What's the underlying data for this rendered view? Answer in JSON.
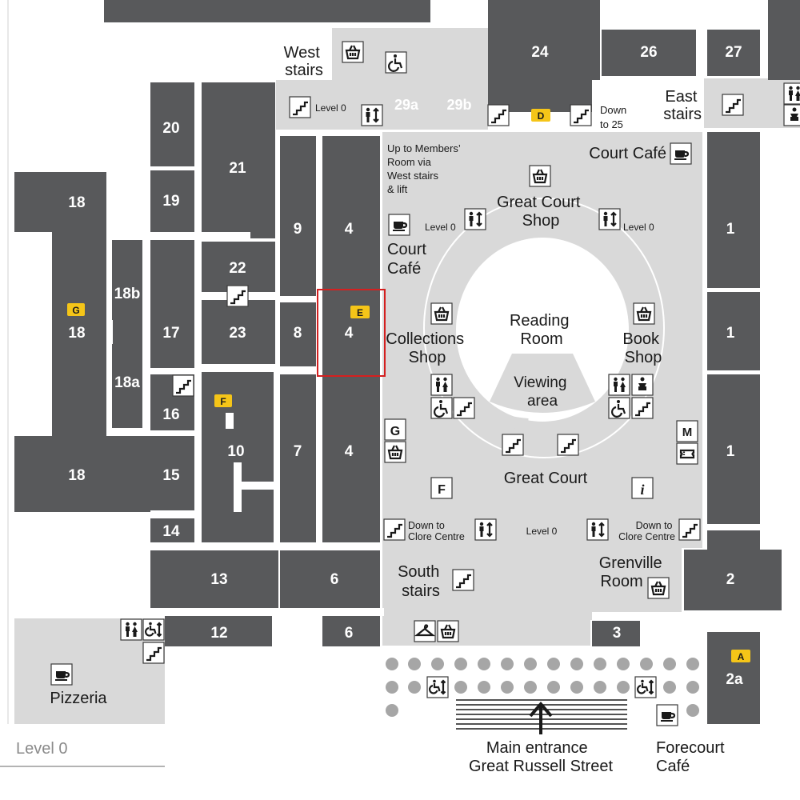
{
  "map_title": "Level 0",
  "colors": {
    "gallery": "#58595b",
    "public_area": "#d9d9d9",
    "background": "#ffffff",
    "marker": "#f5c518",
    "selection": "#d42020",
    "pillar": "#a6a6a6"
  },
  "galleries": {
    "g1a": "1",
    "g1b": "1",
    "g1c": "1",
    "g2": "2",
    "g2a": "2a",
    "g3": "3",
    "g4a": "4",
    "g4b": "4",
    "g4c": "4",
    "g6a": "6",
    "g6b": "6",
    "g7": "7",
    "g8": "8",
    "g9": "9",
    "g10": "10",
    "g12": "12",
    "g13": "13",
    "g14": "14",
    "g15": "15",
    "g16": "16",
    "g17": "17",
    "g18a": "18",
    "g18b": "18",
    "g18c": "18",
    "g18a_sub": "18a",
    "g18b_sub": "18b",
    "g19": "19",
    "g20": "20",
    "g21": "21",
    "g22": "22",
    "g23": "23",
    "g24": "24",
    "g26": "26",
    "g27": "27",
    "g29a": "29a",
    "g29b": "29b"
  },
  "markers": {
    "a": "A",
    "d": "D",
    "e": "E",
    "f": "F",
    "g": "G"
  },
  "labels": {
    "west_stairs": [
      "West",
      "stairs"
    ],
    "east_stairs": [
      "East",
      "stairs"
    ],
    "level0_west": "Level 0",
    "level0_left": "Level 0",
    "level0_right": "Level 0",
    "level0_south": "Level 0",
    "down_to_25": [
      "Down",
      "to 25"
    ],
    "members_room": [
      "Up to Members’",
      "Room via",
      "West stairs",
      "& lift"
    ],
    "court_cafe_top": "Court Café",
    "court_cafe_left": [
      "Court",
      "Café"
    ],
    "great_court_shop": [
      "Great Court",
      "Shop"
    ],
    "reading_room": [
      "Reading",
      "Room"
    ],
    "viewing_area": [
      "Viewing",
      "area"
    ],
    "collections_shop": [
      "Collections",
      "Shop"
    ],
    "book_shop": [
      "Book",
      "Shop"
    ],
    "great_court": "Great Court",
    "clore_left": [
      "Down to",
      "Clore Centre"
    ],
    "clore_right": [
      "Down to",
      "Clore Centre"
    ],
    "south_stairs": [
      "South",
      "stairs"
    ],
    "grenville_room": [
      "Grenville",
      "Room"
    ],
    "pizzeria": "Pizzeria",
    "main_entrance": [
      "Main entrance",
      "Great Russell Street"
    ],
    "forecourt_cafe": [
      "Forecourt",
      "Café"
    ],
    "g_letter": "G",
    "f_letter": "F",
    "m_letter": "M",
    "info_letter": "i"
  }
}
